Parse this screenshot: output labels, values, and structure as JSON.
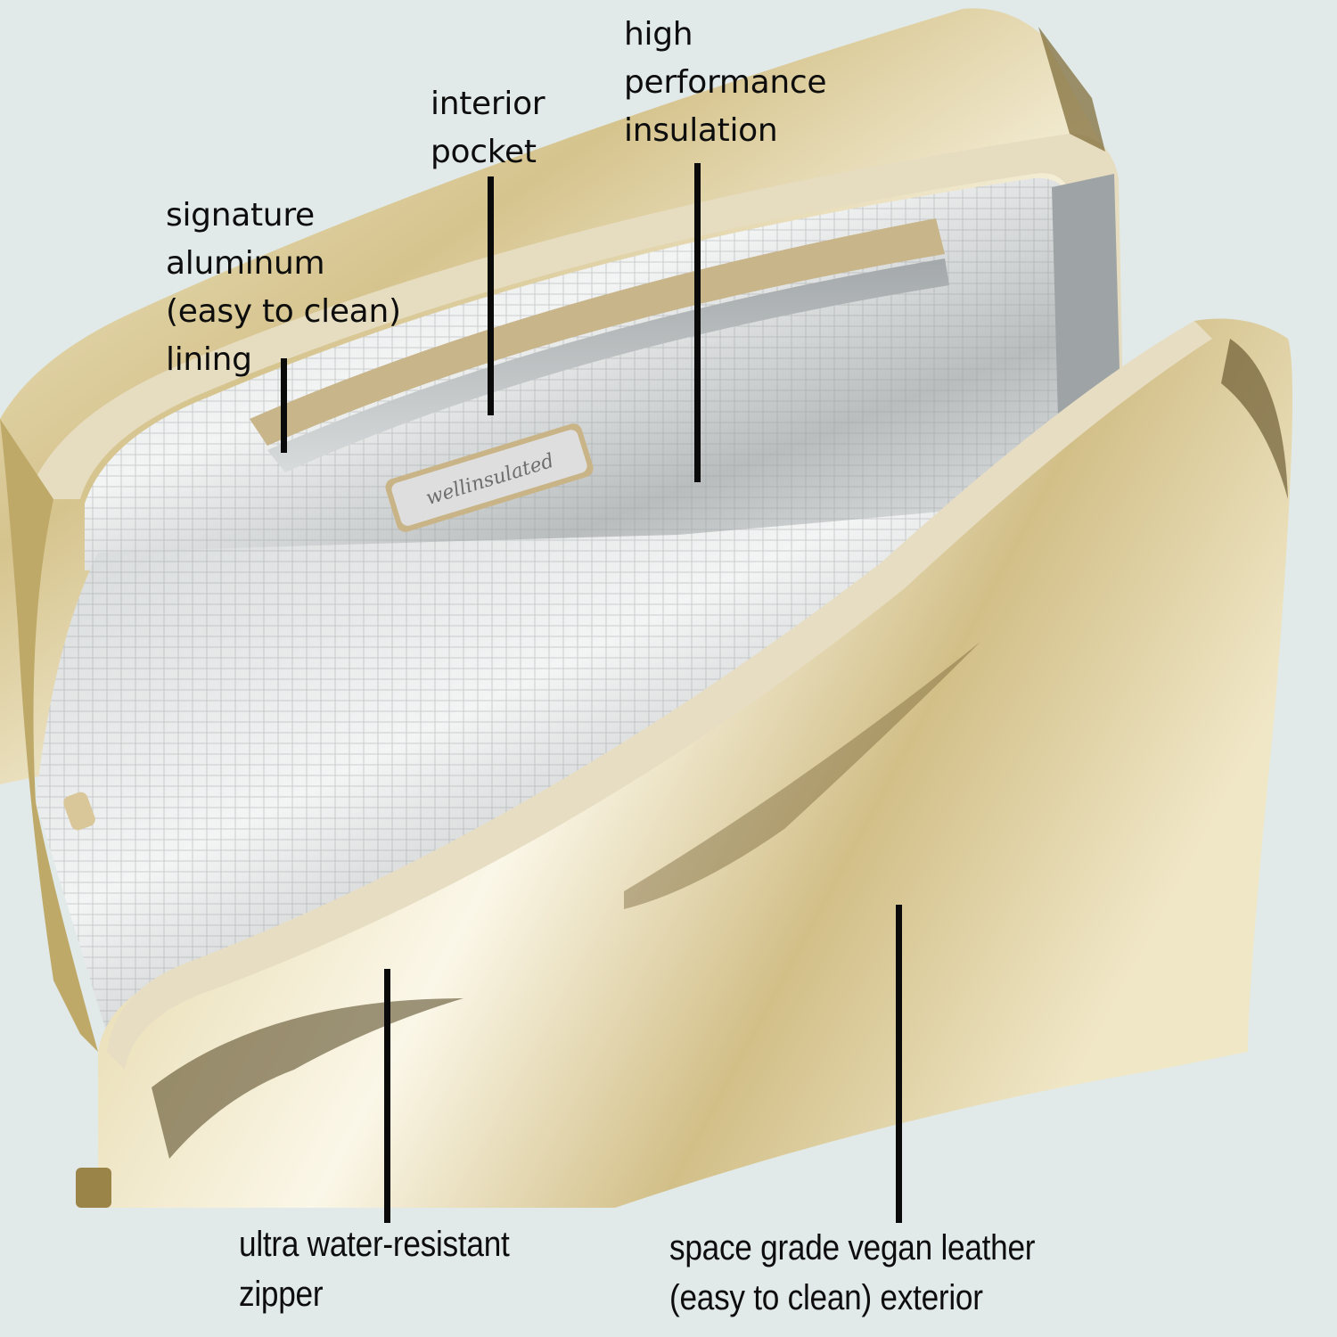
{
  "image": {
    "description": "Open gold metallic insulated lunch bag with callout labels",
    "background_color": "#e1eae8",
    "brand_tag_text": "wellinsulated"
  },
  "callouts": [
    {
      "id": "signature-aluminum-lining",
      "lines": [
        "signature",
        "aluminum",
        "(easy to clean)",
        "lining"
      ]
    },
    {
      "id": "interior-pocket",
      "lines": [
        "interior",
        "pocket"
      ]
    },
    {
      "id": "high-performance-insulation",
      "lines": [
        "high",
        "performance",
        "insulation"
      ]
    },
    {
      "id": "ultra-water-resistant-zipper",
      "lines": [
        "ultra water-resistant",
        "zipper"
      ]
    },
    {
      "id": "space-grade-vegan-leather-exterior",
      "lines": [
        "space grade vegan leather",
        "(easy to clean) exterior"
      ]
    }
  ],
  "colors": {
    "gold_light": "#efe6c4",
    "gold_mid": "#c9b47a",
    "gold_dark": "#6e5a2c",
    "silver_light": "#f2f3f3",
    "silver_dark": "#8e9394",
    "zipper_tape": "#e6dcc0"
  }
}
